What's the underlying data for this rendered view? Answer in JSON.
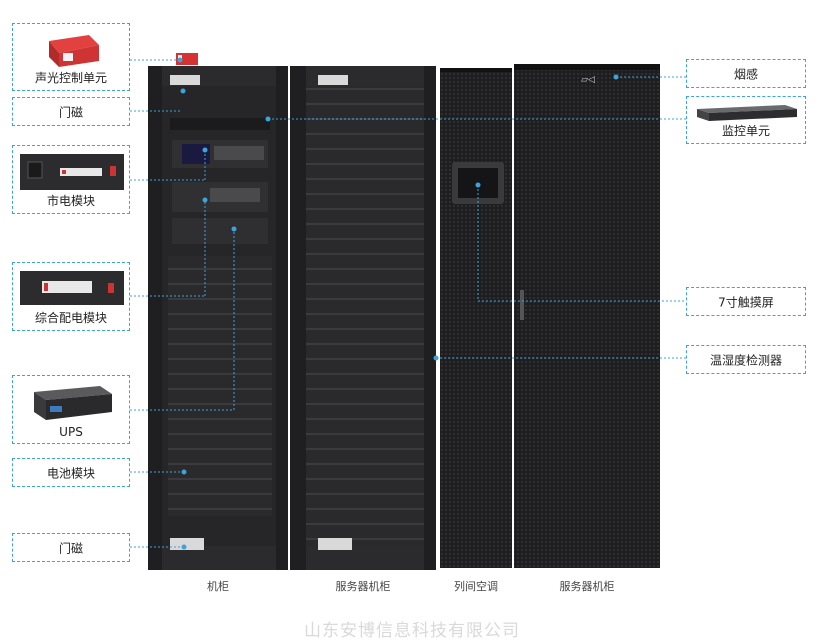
{
  "callouts_left": [
    {
      "id": "acousto-optic-alarm",
      "label": "声光控制单元"
    },
    {
      "id": "door-sensor-top",
      "label": "门磁"
    },
    {
      "id": "mains-module",
      "label": "市电模块"
    },
    {
      "id": "pdu-module",
      "label": "综合配电模块"
    },
    {
      "id": "ups",
      "label": "UPS"
    },
    {
      "id": "battery-module",
      "label": "电池模块"
    },
    {
      "id": "door-sensor-bottom",
      "label": "门磁"
    }
  ],
  "callouts_right": [
    {
      "id": "smoke-detector",
      "label": "烟感"
    },
    {
      "id": "monitor-unit",
      "label": "监控单元"
    },
    {
      "id": "touchscreen",
      "label": "7寸触摸屏"
    },
    {
      "id": "temp-humidity",
      "label": "温湿度检测器"
    }
  ],
  "cabinet_captions": [
    "机柜",
    "服务器机柜",
    "列间空调",
    "服务器机柜"
  ],
  "watermark": "山东安博信息科技有限公司",
  "colors": {
    "callout_line": "#3ba4dd",
    "cabinet": "#2b2b2d",
    "cabinet_dark": "#1c1c1e",
    "alarm_red": "#d63232"
  }
}
